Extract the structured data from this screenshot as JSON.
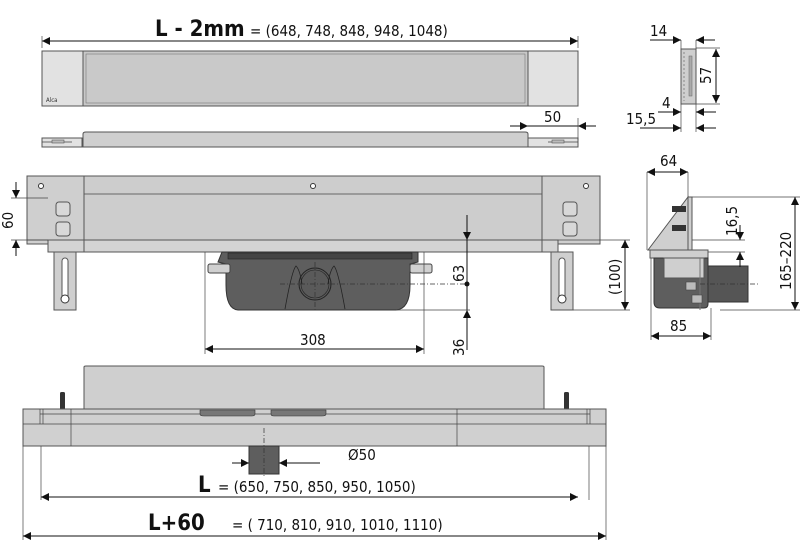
{
  "views": {
    "top_grate": {
      "dimension_label": "L - 2mm",
      "dimension_values": "= (648, 748, 848, 948, 1048)",
      "logo": "Alca"
    },
    "grate_side": {
      "dimension": "50"
    },
    "grate_section": {
      "dimensions": {
        "width_top": "14",
        "height": "57",
        "width_bottom": "4",
        "overall": "15,5"
      }
    },
    "front_view": {
      "dimensions": {
        "frame_height": "60",
        "outlet_center_height": "63",
        "outlet_below": "36",
        "siphon_width": "308",
        "total_height": "(100)"
      }
    },
    "side_section": {
      "dimensions": {
        "top_width": "64",
        "offset": "16,5",
        "height_range": "165–220",
        "siphon_depth": "85"
      }
    },
    "bottom_view": {
      "outlet_diameter": "Ø50",
      "length_label": "L",
      "length_values": "= (650, 750, 850, 950, 1050)",
      "overall_label": "L+60",
      "overall_values": "= ( 710, 810, 910, 1010, 1110)"
    }
  },
  "colors": {
    "body": "#cfcfcf",
    "light": "#e2e2e2",
    "siphon": "#5e5e5e",
    "line": "#111111"
  }
}
